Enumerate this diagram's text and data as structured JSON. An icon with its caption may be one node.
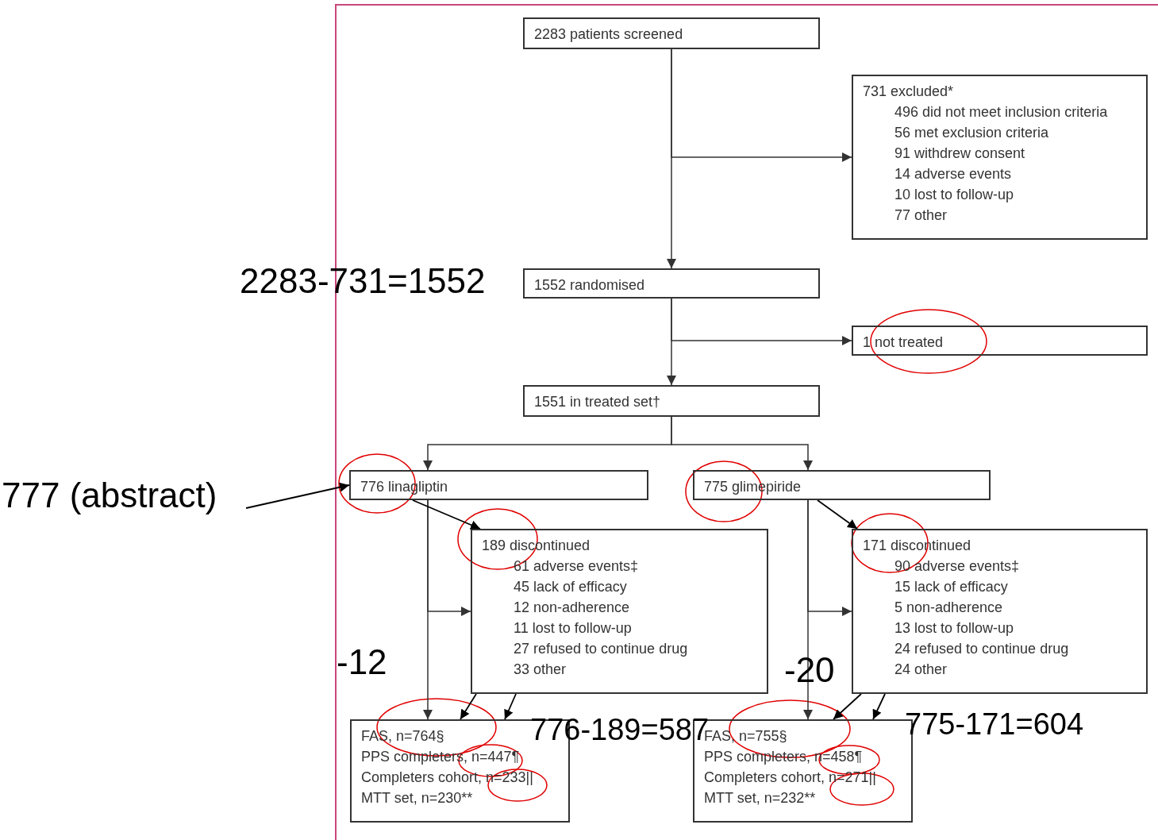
{
  "diagram": {
    "nodes": [
      {
        "text": [
          "2283 patients screened"
        ]
      },
      {
        "text": [
          "731 excluded*",
          "496 did not meet inclusion criteria",
          "56 met exclusion criteria",
          "91 withdrew consent",
          "14 adverse events",
          "10 lost to follow-up",
          "77 other"
        ]
      },
      {
        "text": [
          "1552 randomised"
        ]
      },
      {
        "text": [
          "1 not treated"
        ]
      },
      {
        "text": [
          "1551 in treated set†"
        ]
      },
      {
        "text": [
          "776 linagliptin"
        ]
      },
      {
        "text": [
          "775 glimepiride"
        ]
      },
      {
        "text": [
          "189 discontinued",
          "61 adverse events‡",
          "45 lack of efficacy",
          "12 non-adherence",
          "11 lost to follow-up",
          "27 refused to continue drug",
          "33 other"
        ]
      },
      {
        "text": [
          "171 discontinued",
          "90 adverse events‡",
          "15 lack of efficacy",
          "5 non-adherence",
          "13 lost to follow-up",
          "24 refused to continue drug",
          "24 other"
        ]
      },
      {
        "text": [
          "FAS, n=764§",
          "PPS completers, n=447¶",
          "Completers cohort, n=233||",
          "MTT set, n=230**"
        ]
      },
      {
        "text": [
          "FAS, n=755§",
          "PPS completers, n=458¶",
          "Completers cohort, n=271||",
          "MTT set, n=232**"
        ]
      },
      {
        "text": [
          "777 (abstract)"
        ]
      }
    ],
    "edges": [
      {
        "from": 0,
        "to": 2,
        "arrow": "to"
      },
      {
        "from": 0,
        "to": 1,
        "arrow": "to"
      },
      {
        "from": 2,
        "to": 4,
        "arrow": "to"
      },
      {
        "from": 2,
        "to": 3,
        "arrow": "to"
      },
      {
        "from": 4,
        "to": 5,
        "arrow": "to"
      },
      {
        "from": 4,
        "to": 6,
        "arrow": "to"
      },
      {
        "from": 5,
        "to": 9,
        "arrow": "to"
      },
      {
        "from": 5,
        "to": 7,
        "arrow": "to"
      },
      {
        "from": 6,
        "to": 10,
        "arrow": "to"
      },
      {
        "from": 6,
        "to": 8,
        "arrow": "to"
      },
      {
        "from": 11,
        "to": 5,
        "arrow": "to",
        "color": "#000000"
      },
      {
        "from": 5,
        "to": 7,
        "arrow": "to",
        "color": "#000000"
      },
      {
        "from": 7,
        "to": 9,
        "arrow": "to",
        "color": "#000000"
      },
      {
        "from": 7,
        "to": 9,
        "arrow": "to",
        "color": "#000000"
      },
      {
        "from": 6,
        "to": 8,
        "arrow": "to",
        "color": "#000000"
      },
      {
        "from": 8,
        "to": 10,
        "arrow": "to",
        "color": "#000000"
      },
      {
        "from": 8,
        "to": 10,
        "arrow": "to",
        "color": "#000000"
      }
    ],
    "labels": [
      "2283-731=1552",
      "-12",
      "776-189=587",
      "-20",
      "775-171=604"
    ]
  }
}
